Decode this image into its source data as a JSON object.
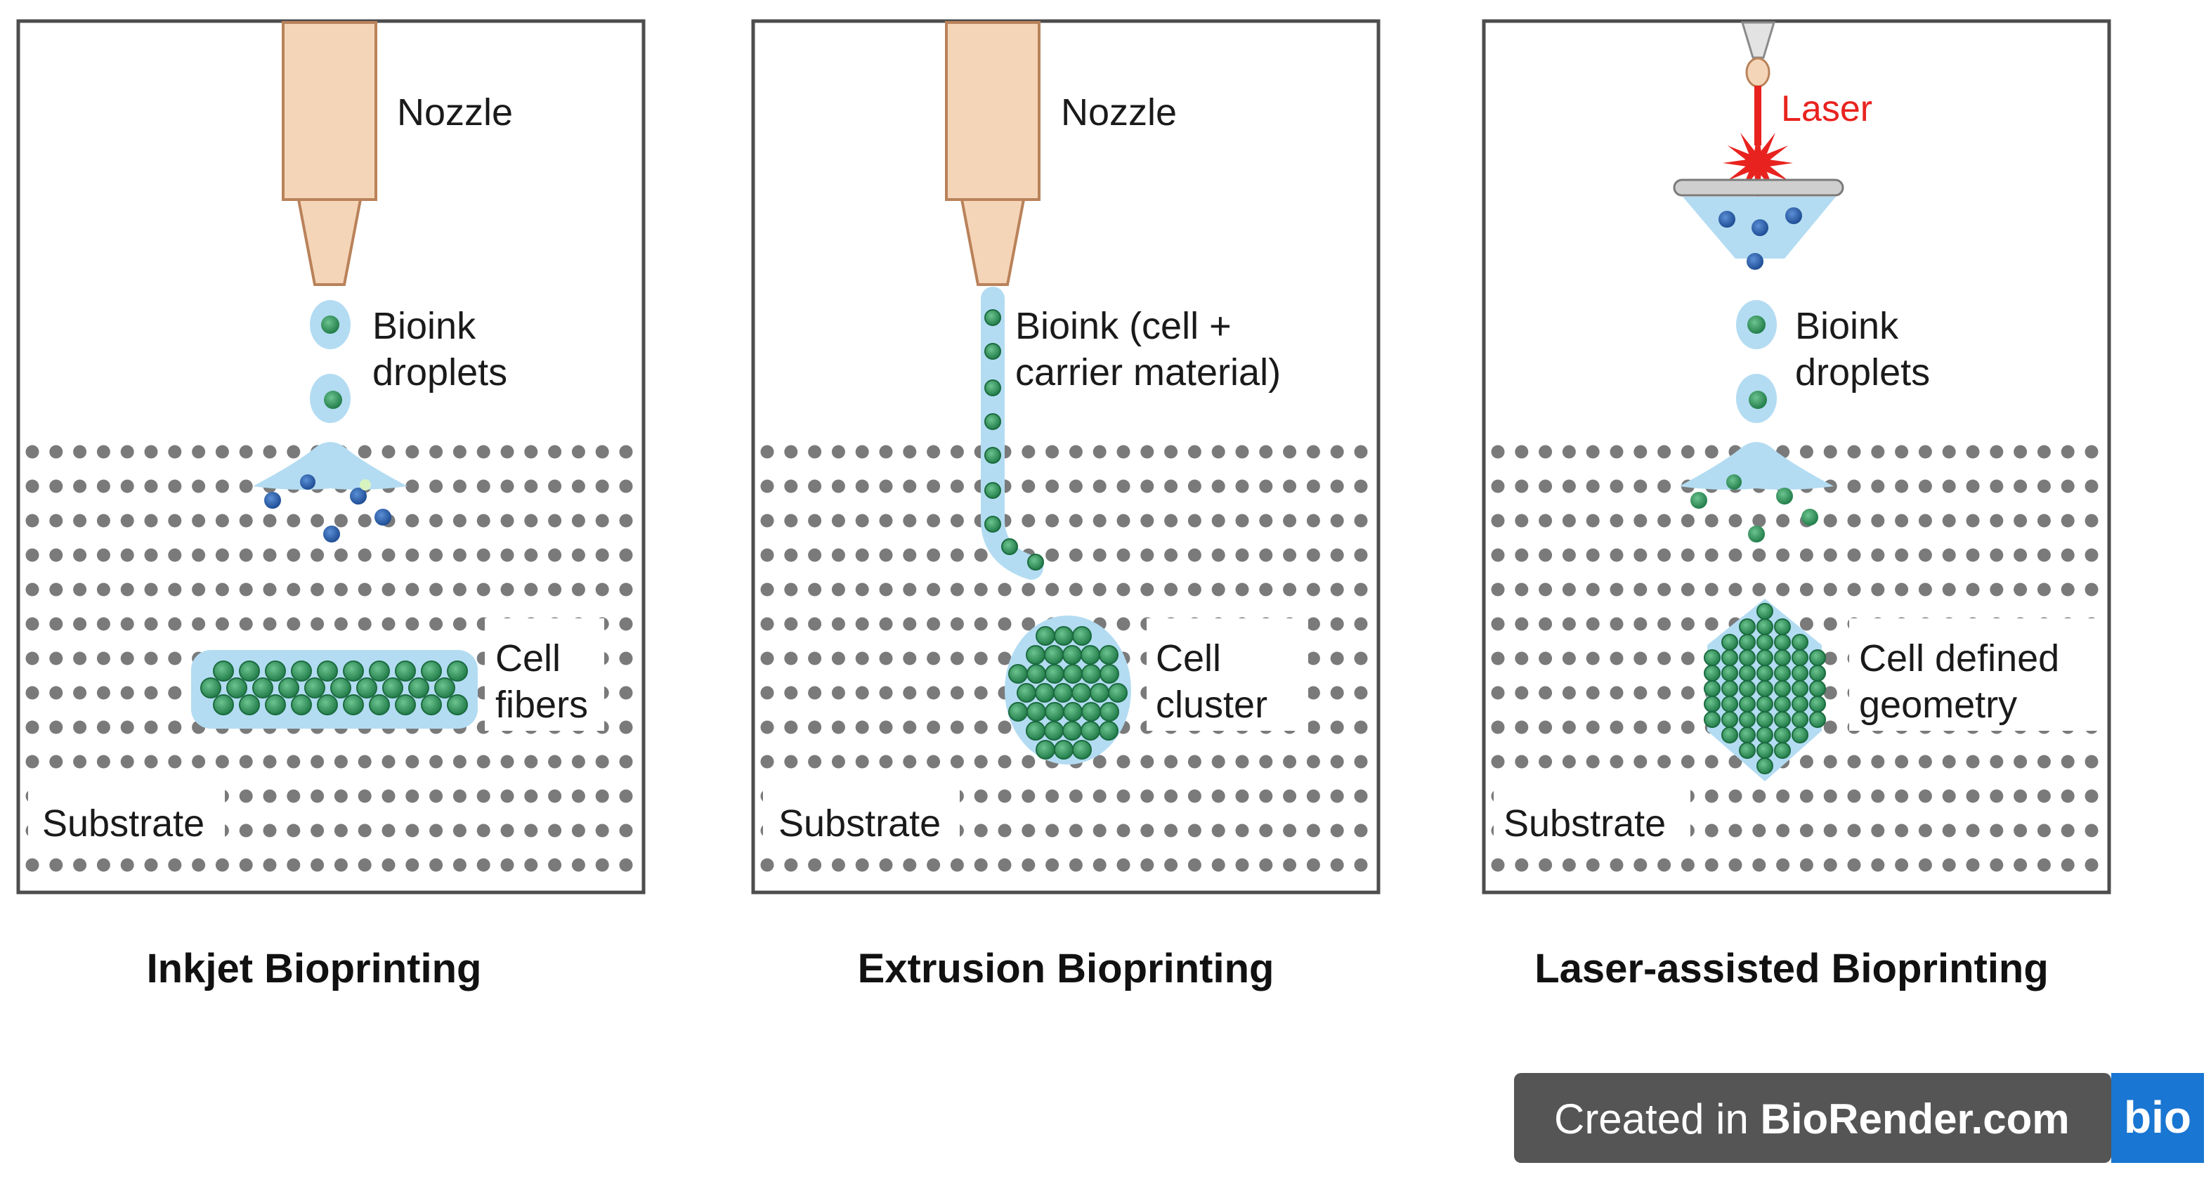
{
  "panels": [
    {
      "title": "Inkjet Bioprinting",
      "head_label": "Nozzle",
      "ink_label_lines": [
        "Bioink",
        "droplets"
      ],
      "result_label_lines": [
        "Cell",
        "fibers"
      ],
      "substrate_label": "Substrate"
    },
    {
      "title": "Extrusion Bioprinting",
      "head_label": "Nozzle",
      "ink_label_lines": [
        "Bioink (cell +",
        "carrier material)"
      ],
      "result_label_lines": [
        "Cell",
        "cluster"
      ],
      "substrate_label": "Substrate"
    },
    {
      "title": "Laser-assisted Bioprinting",
      "head_label": "Laser",
      "ink_label_lines": [
        "Bioink",
        "droplets"
      ],
      "result_label_lines": [
        "Cell defined",
        "geometry"
      ],
      "substrate_label": "Substrate"
    }
  ],
  "watermark": {
    "prefix": "Created in ",
    "brand": "BioRender.com",
    "logo_text": "bio"
  },
  "icons": {
    "nozzle": "nozzle-icon",
    "laser": "laser-emitter-icon",
    "laser_burst": "laser-burst-icon",
    "ribbon": "ribbon-slide-icon",
    "droplet": "droplet-icon",
    "cell": "cell-icon",
    "substrate": "substrate-dot-grid-icon"
  },
  "colors": {
    "nozzle_fill": "#f5d5b8",
    "nozzle_stroke": "#b9825a",
    "bioink": "#b3dcf2",
    "cell_green": "#2d8c55",
    "cell_blue": "#2c64b3",
    "substrate_dot": "#7a7a7a",
    "laser_red": "#e8231f",
    "frame": "#4d4d4d",
    "watermark_bg": "#555555",
    "watermark_logo": "#1976d2"
  }
}
